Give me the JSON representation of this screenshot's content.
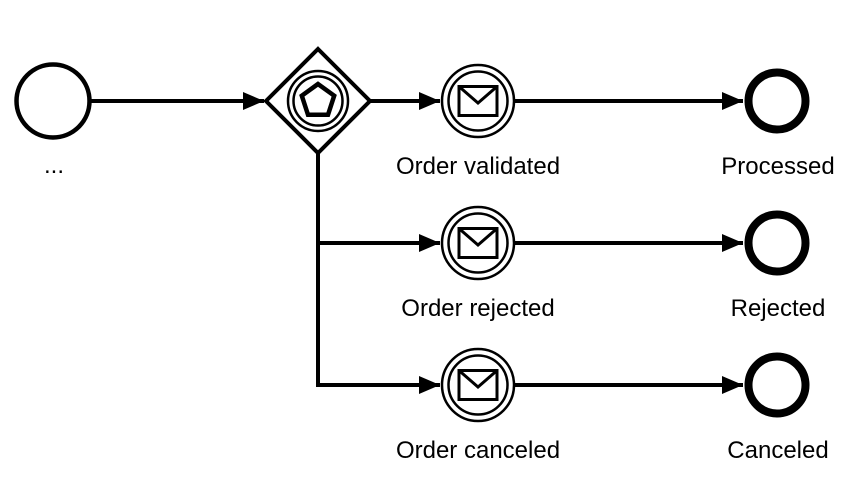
{
  "diagram": {
    "kind": "bpmn-process",
    "colors": {
      "stroke": "#000000",
      "background": "#ffffff",
      "text": "#000000"
    },
    "start_event": {
      "label": "..."
    },
    "gateway": {
      "type": "event-based-gateway",
      "icon": "pentagon-in-double-circle"
    },
    "branches": [
      {
        "catch_event_label": "Order validated",
        "end_event_label": "Processed"
      },
      {
        "catch_event_label": "Order rejected",
        "end_event_label": "Rejected"
      },
      {
        "catch_event_label": "Order canceled",
        "end_event_label": "Canceled"
      }
    ]
  }
}
